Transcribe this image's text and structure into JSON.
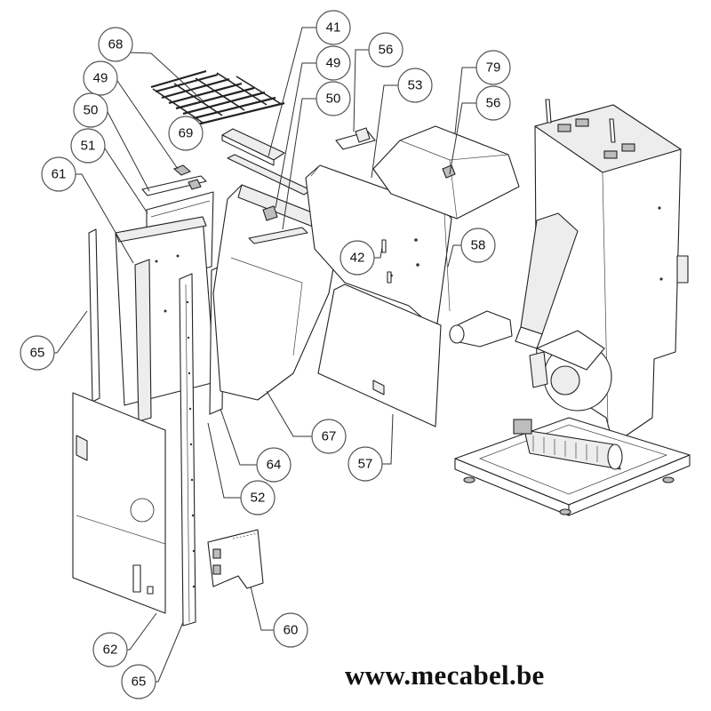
{
  "callouts": [
    {
      "id": "c68",
      "label": "68"
    },
    {
      "id": "c41",
      "label": "41"
    },
    {
      "id": "c49a",
      "label": "49"
    },
    {
      "id": "c56a",
      "label": "56"
    },
    {
      "id": "c79",
      "label": "79"
    },
    {
      "id": "c49b",
      "label": "49"
    },
    {
      "id": "c50a",
      "label": "50"
    },
    {
      "id": "c53",
      "label": "53"
    },
    {
      "id": "c56b",
      "label": "56"
    },
    {
      "id": "c50b",
      "label": "50"
    },
    {
      "id": "c69",
      "label": "69"
    },
    {
      "id": "c51",
      "label": "51"
    },
    {
      "id": "c61",
      "label": "61"
    },
    {
      "id": "c42",
      "label": "42"
    },
    {
      "id": "c58",
      "label": "58"
    },
    {
      "id": "c65a",
      "label": "65"
    },
    {
      "id": "c67",
      "label": "67"
    },
    {
      "id": "c64",
      "label": "64"
    },
    {
      "id": "c57",
      "label": "57"
    },
    {
      "id": "c52",
      "label": "52"
    },
    {
      "id": "c60",
      "label": "60"
    },
    {
      "id": "c62",
      "label": "62"
    },
    {
      "id": "c65b",
      "label": "65"
    }
  ],
  "footer": {
    "url": "www.mecabel.be"
  }
}
